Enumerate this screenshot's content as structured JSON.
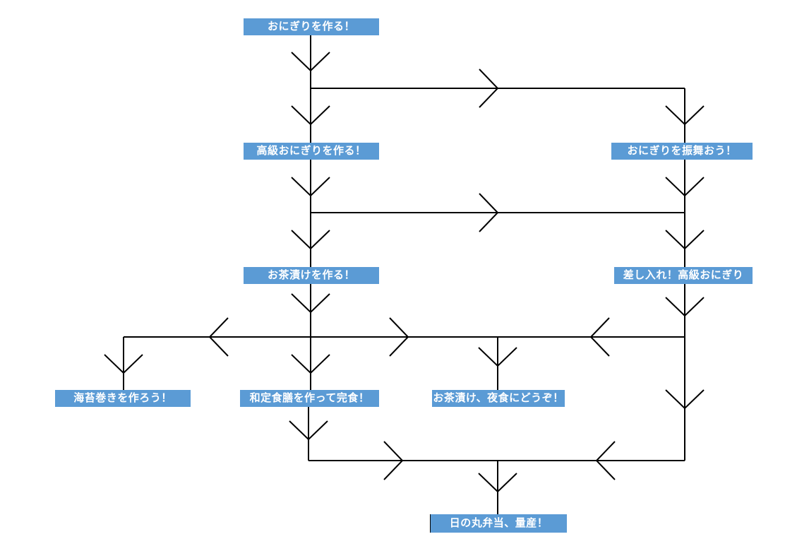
{
  "diagram": {
    "type": "flowchart",
    "node_fill_color": "#5b9bd5",
    "node_text_color": "#ffffff",
    "connector_color": "#000000",
    "nodes": [
      {
        "id": "make-onigiri",
        "label": "おにぎりを作る！"
      },
      {
        "id": "make-premium-onigiri",
        "label": "高級おにぎりを作る！"
      },
      {
        "id": "serve-onigiri",
        "label": "おにぎりを振舞おう！"
      },
      {
        "id": "make-ochazuke",
        "label": "お茶漬けを作る！"
      },
      {
        "id": "gift-premium-onigiri",
        "label": "差し入れ！高級おにぎり"
      },
      {
        "id": "make-norimaki",
        "label": "海苔巻きを作ろう！"
      },
      {
        "id": "make-set-meal",
        "label": "和定食膳を作って完食！"
      },
      {
        "id": "ochazuke-night-snack",
        "label": "お茶漬け、夜食にどうぞ！"
      },
      {
        "id": "hinomaru-bento",
        "label": "日の丸弁当、量産！"
      }
    ],
    "edges": [
      {
        "from": "make-onigiri",
        "to": "make-premium-onigiri"
      },
      {
        "from": "make-onigiri",
        "to": "serve-onigiri"
      },
      {
        "from": "make-premium-onigiri",
        "to": "make-ochazuke"
      },
      {
        "from": "make-premium-onigiri",
        "to": "serve-onigiri"
      },
      {
        "from": "serve-onigiri",
        "to": "gift-premium-onigiri"
      },
      {
        "from": "make-ochazuke",
        "to": "make-norimaki"
      },
      {
        "from": "make-ochazuke",
        "to": "make-set-meal"
      },
      {
        "from": "make-ochazuke",
        "to": "ochazuke-night-snack"
      },
      {
        "from": "gift-premium-onigiri",
        "to": "ochazuke-night-snack"
      },
      {
        "from": "gift-premium-onigiri",
        "to": "hinomaru-bento"
      },
      {
        "from": "make-set-meal",
        "to": "hinomaru-bento"
      }
    ]
  }
}
